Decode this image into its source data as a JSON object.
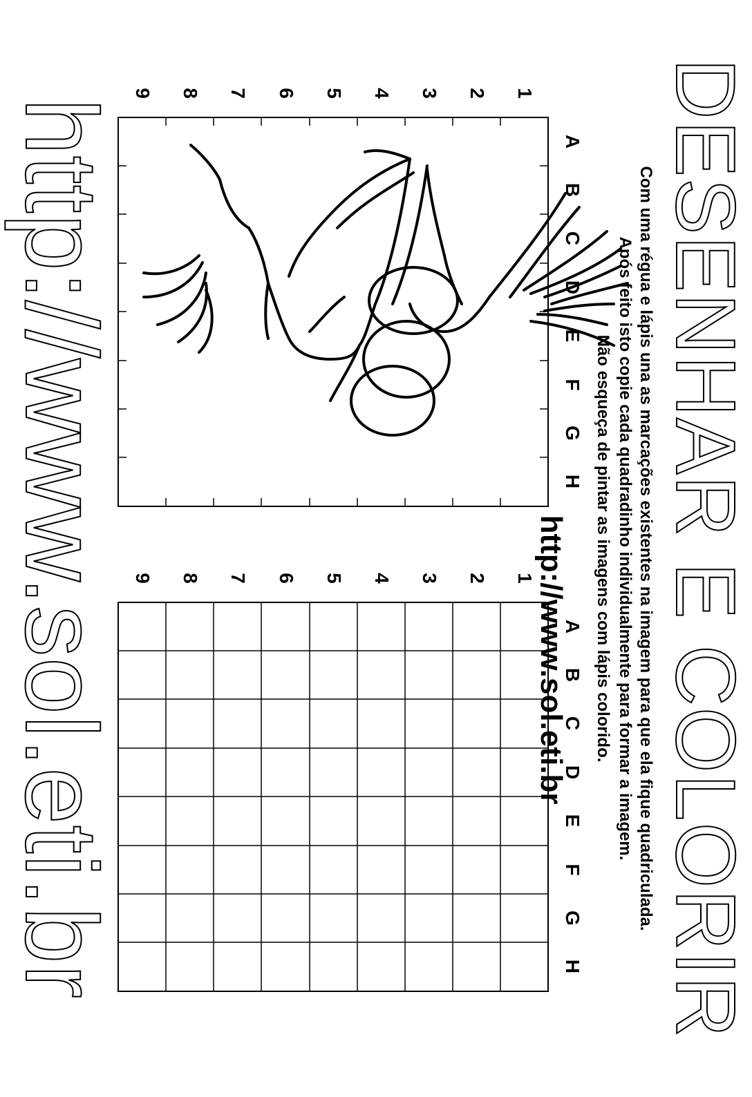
{
  "title": "DESENHAR E COLORIR",
  "instructions": [
    "Com uma régua e lápis una as marcações existentes na imagem para que ela fique quadriculada.",
    "Após feito isto copie cada quadradinho individualmente para formar a imagem.",
    "Não esqueça de pintar as imagens com lápis colorido."
  ],
  "grid_columns": [
    "A",
    "B",
    "C",
    "D",
    "E",
    "F",
    "G",
    "H"
  ],
  "grid_rows": [
    "1",
    "2",
    "3",
    "4",
    "5",
    "6",
    "7",
    "8",
    "9"
  ],
  "website": "http://www.sol.eti.br",
  "footer_url": "http://www.sol.eti.br",
  "drawing_subject": "palm-tree"
}
